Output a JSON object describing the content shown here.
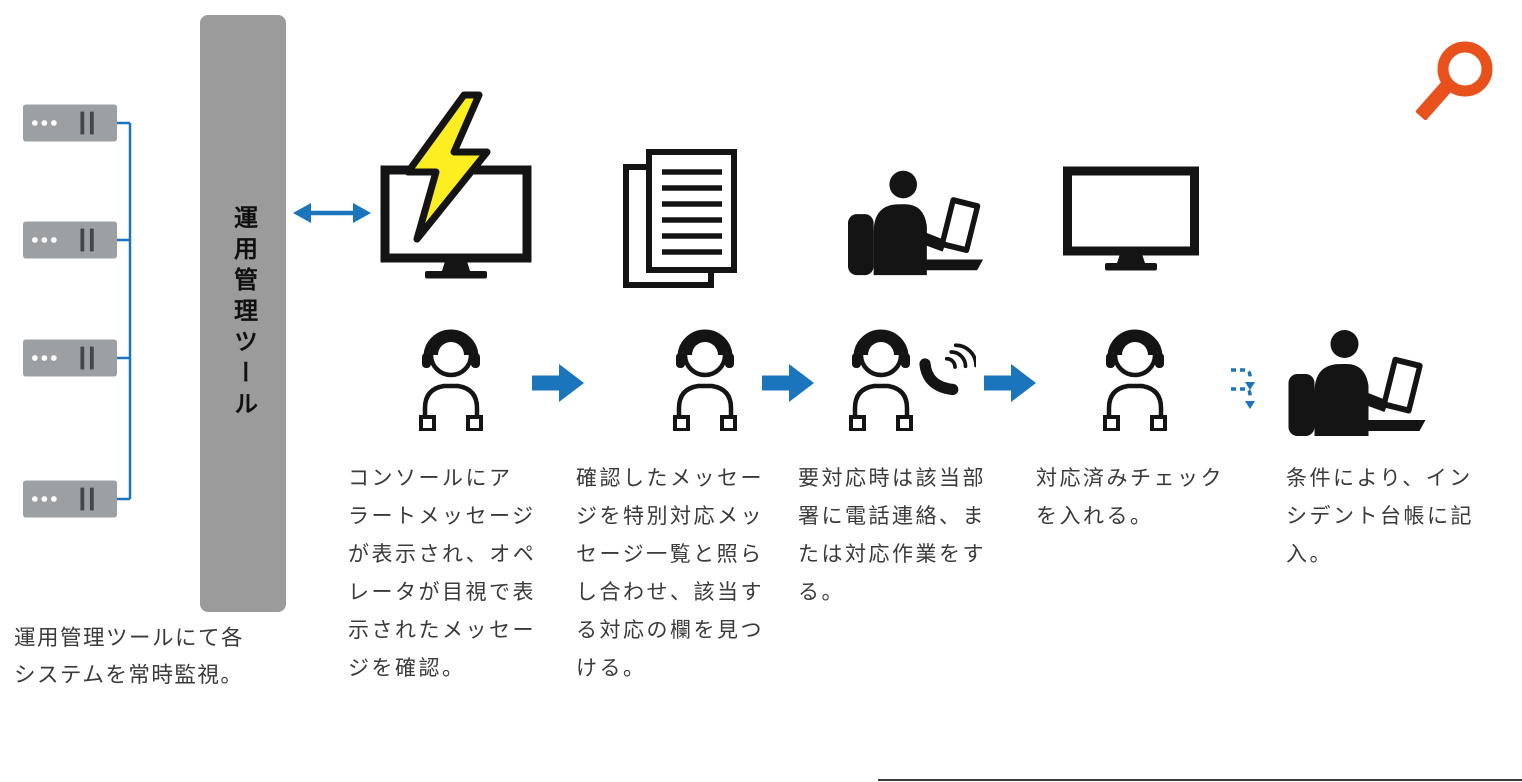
{
  "colors": {
    "arrow_blue": "#1b75bc",
    "tool_bar_gray": "#9b9b9b",
    "server_gray": "#9da0a3",
    "magnifier_orange": "#e8511c",
    "lightning_yellow": "#fdee21",
    "icon_black": "#141414",
    "text_gray": "#3a3a3a"
  },
  "icons": {
    "server": "server-unit",
    "tool_bar": "operations-management-tool-bar",
    "bidirectional_arrow": "two-way-arrow",
    "alert_console": "console-monitor-with-lightning",
    "documents": "message-list-pages",
    "worker": "person-at-laptop",
    "monitor": "console-monitor",
    "operator": "operator-with-headset",
    "phone": "telephone-call",
    "flow_arrow": "blue-right-arrow",
    "dashed_arrow": "conditional-dashed-arrow",
    "magnifier": "zoom-magnifier"
  },
  "left_panel": {
    "tool_label": "運用管理ツール",
    "caption": "運用管理ツールにて各\nシステムを常時監視。",
    "server_count": 4
  },
  "steps": [
    {
      "id": 1,
      "icon": "console-monitor-with-lightning",
      "actor": "operator-with-headset",
      "caption": "コンソールにア\nラートメッセージ\nが表示され、オペ\nレータが目視で表\n示されたメッセー\nジを確認。"
    },
    {
      "id": 2,
      "icon": "message-list-pages",
      "actor": "operator-with-headset",
      "caption": "確認したメッセー\nジを特別対応メッ\nセージ一覧と照ら\nし合わせ、該当す\nる対応の欄を見つ\nける。"
    },
    {
      "id": 3,
      "icon": "person-at-laptop",
      "actor": "operator-with-headset-and-phone",
      "caption": "要対応時は該当部\n署に電話連絡、ま\nたは対応作業をす\nる。"
    },
    {
      "id": 4,
      "icon": "console-monitor",
      "actor": "operator-with-headset",
      "caption": "対応済みチェック\nを入れる。"
    },
    {
      "id": 5,
      "icon": "person-at-laptop",
      "actor": null,
      "caption": "条件により、イン\nシデント台帳に記\n入。"
    }
  ]
}
